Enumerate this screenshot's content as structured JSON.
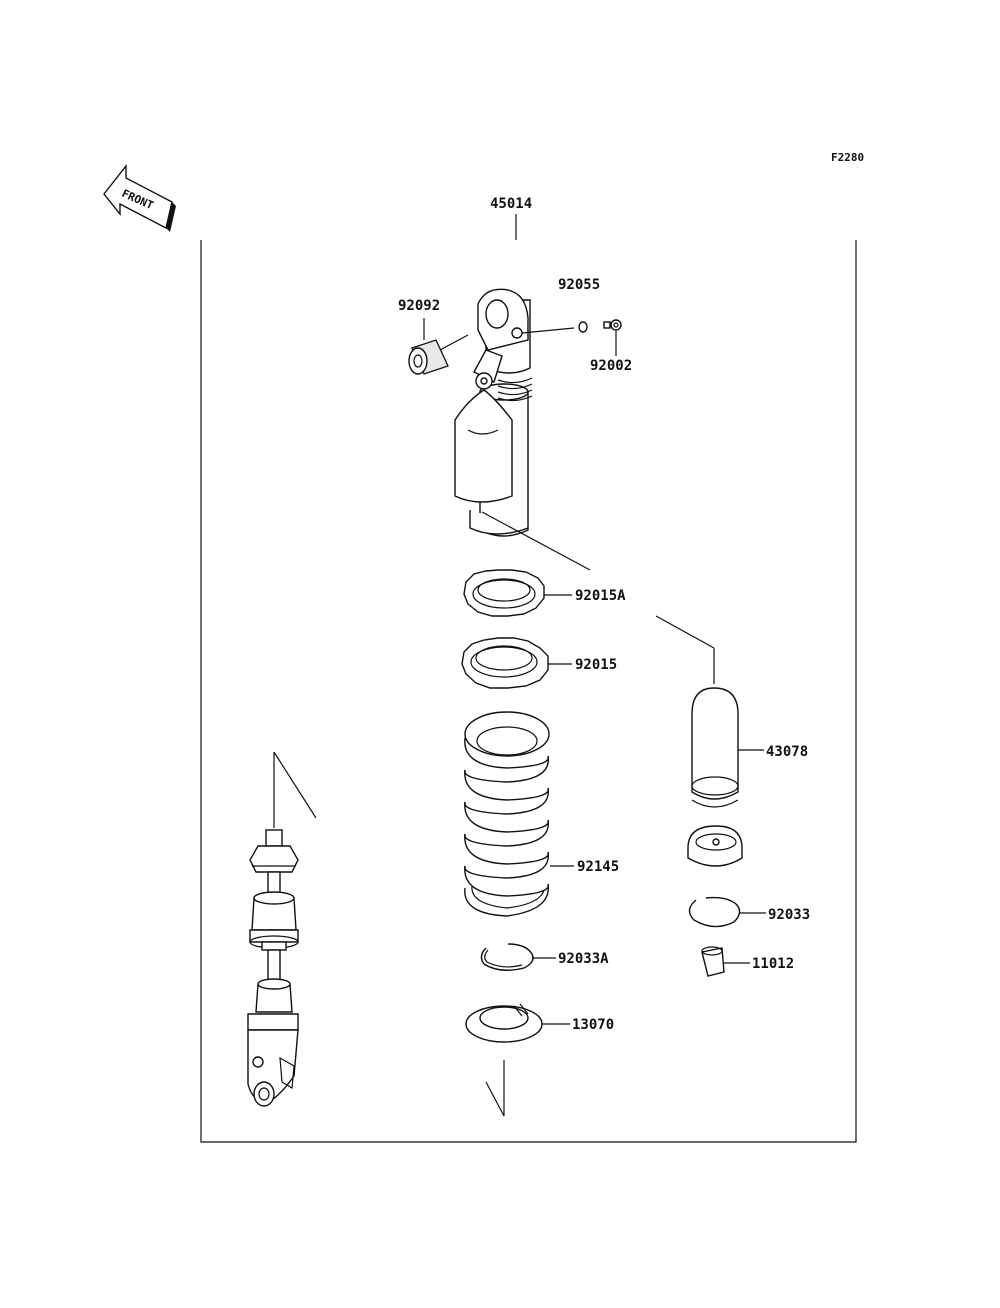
{
  "figure_code": "F2280",
  "front_arrow_text": "FRONT",
  "labels": {
    "assembly": "45014",
    "p92055": "92055",
    "p92092": "92092",
    "p92002": "92002",
    "p92015A": "92015A",
    "p92015": "92015",
    "p43078": "43078",
    "p92145": "92145",
    "p92033": "92033",
    "p92033A": "92033A",
    "p11012": "11012",
    "p13070": "13070"
  }
}
